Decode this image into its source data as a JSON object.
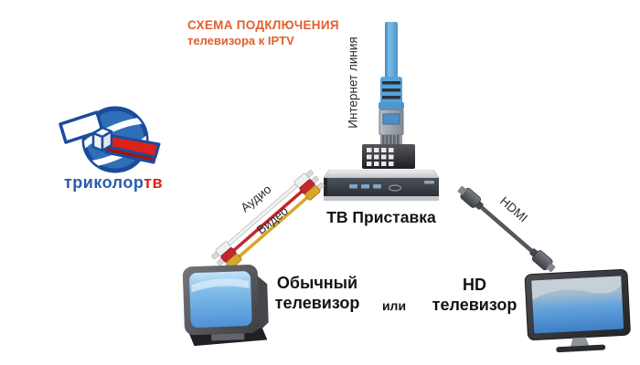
{
  "title": {
    "line1": "СХЕМА ПОДКЛЮЧЕНИЯ",
    "line2": "телевизора к IPTV"
  },
  "logo": {
    "brand": "триколор",
    "suffix": "тв"
  },
  "cables": {
    "internet": "Интернет линия",
    "audio": "Аудио",
    "video": "Видео",
    "hdmi": "HDMI"
  },
  "devices": {
    "set_top_box": "ТВ Приставка",
    "regular_tv": {
      "line1": "Обычный",
      "line2": "телевизор"
    },
    "conjunction": "или",
    "hd_tv": {
      "line1": "HD",
      "line2": "телевизор"
    }
  },
  "colors": {
    "title_accent": "#E0602C",
    "logo_blue": "#2B6CB5",
    "logo_red": "#E0201A",
    "ethernet_blue": "#5DA6DB",
    "rca_white": "#EFEFEF",
    "rca_red": "#C5262E",
    "rca_yellow": "#D8A628",
    "hdmi_gray": "#54575B"
  }
}
